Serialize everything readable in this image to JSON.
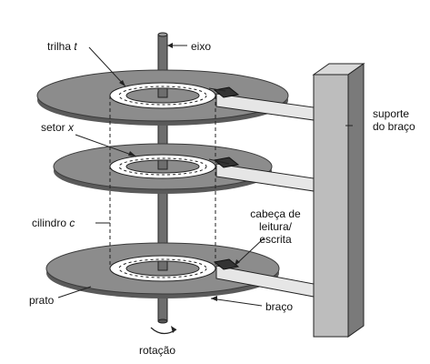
{
  "labels": {
    "trilha": "trilha",
    "trilha_var": "t",
    "eixo": "eixo",
    "setor": "setor",
    "setor_var": "x",
    "cilindro": "cilindro",
    "cilindro_var": "c",
    "cabeca_line1": "cabeça de",
    "cabeca_line2": "leitura/",
    "cabeca_line3": "escrita",
    "suporte_line1": "suporte",
    "suporte_line2": "do braço",
    "prato": "prato",
    "braco": "braço",
    "rotacao": "rotação"
  },
  "colors": {
    "platter": "#8c8c8c",
    "platter_edge": "#4a4a4a",
    "spindle": "#6e6e6e",
    "support_front": "#bdbdbd",
    "support_side": "#7a7a7a",
    "arm": "#e6e6e6",
    "line": "#222222"
  },
  "platter_count": 3
}
